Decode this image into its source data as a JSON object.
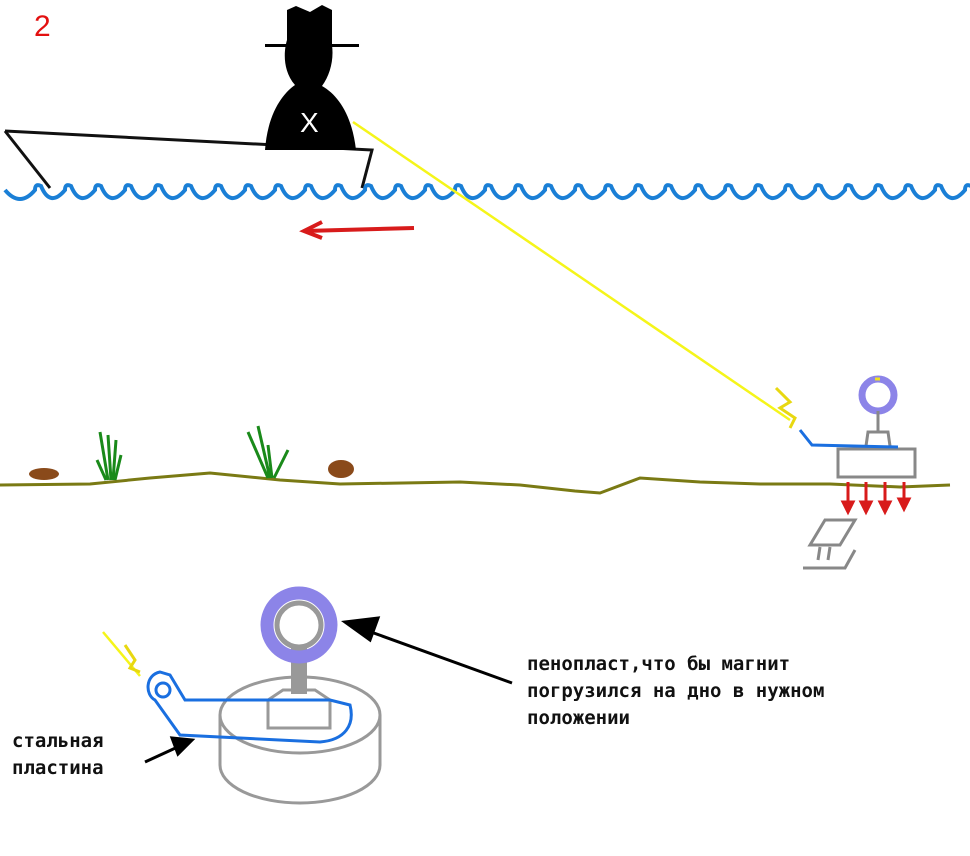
{
  "figure_number": "2",
  "person_mark": "X",
  "labels": {
    "float_note": [
      "пенопласт,что бы магнит",
      "погрузился на дно в нужном",
      "положении"
    ],
    "plate_note": [
      "стальная",
      "пластина"
    ]
  },
  "colors": {
    "water": "#1a7fd6",
    "rope": "#f5f51a",
    "arrow": "#d81b1b",
    "ground": "#7a7a14",
    "float": "#8c84e8",
    "magnet": "#8a8a8a",
    "plate": "#1a6fe0",
    "grass": "#1a8a1a",
    "stone": "#8a4a1a"
  }
}
